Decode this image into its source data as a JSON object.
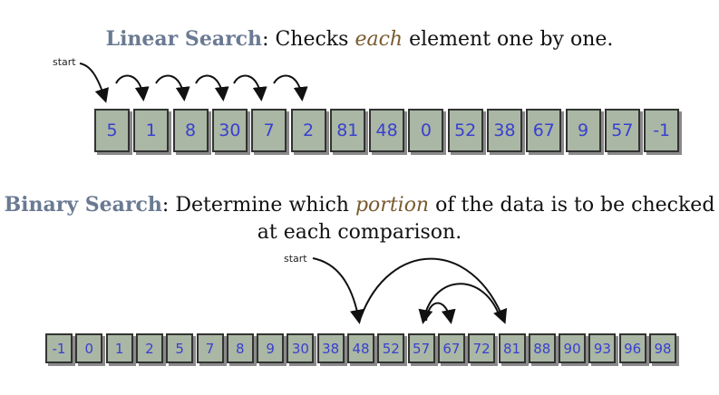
{
  "linear": {
    "title_bold": "Linear Search",
    "title_mid": ": Checks ",
    "title_emph": "each",
    "title_end": " element one by one.",
    "start_label": "start",
    "values": [
      "5",
      "1",
      "8",
      "30",
      "7",
      "2",
      "81",
      "48",
      "0",
      "52",
      "38",
      "67",
      "9",
      "57",
      "-1"
    ]
  },
  "binary": {
    "title_bold": "Binary Search",
    "title_mid": ": Determine which ",
    "title_emph": "portion",
    "title_end": " of the data is to be checked",
    "title_line2": "at each comparison.",
    "start_label": "start",
    "values": [
      "-1",
      "0",
      "1",
      "2",
      "5",
      "7",
      "8",
      "9",
      "30",
      "38",
      "48",
      "52",
      "57",
      "67",
      "72",
      "81",
      "88",
      "90",
      "93",
      "96",
      "98"
    ]
  },
  "colors": {
    "cell_fill": "#a9b7a4",
    "cell_text": "#3a3fd0",
    "title_highlight": "#6a7a93",
    "emphasis": "#7a5a2f"
  }
}
